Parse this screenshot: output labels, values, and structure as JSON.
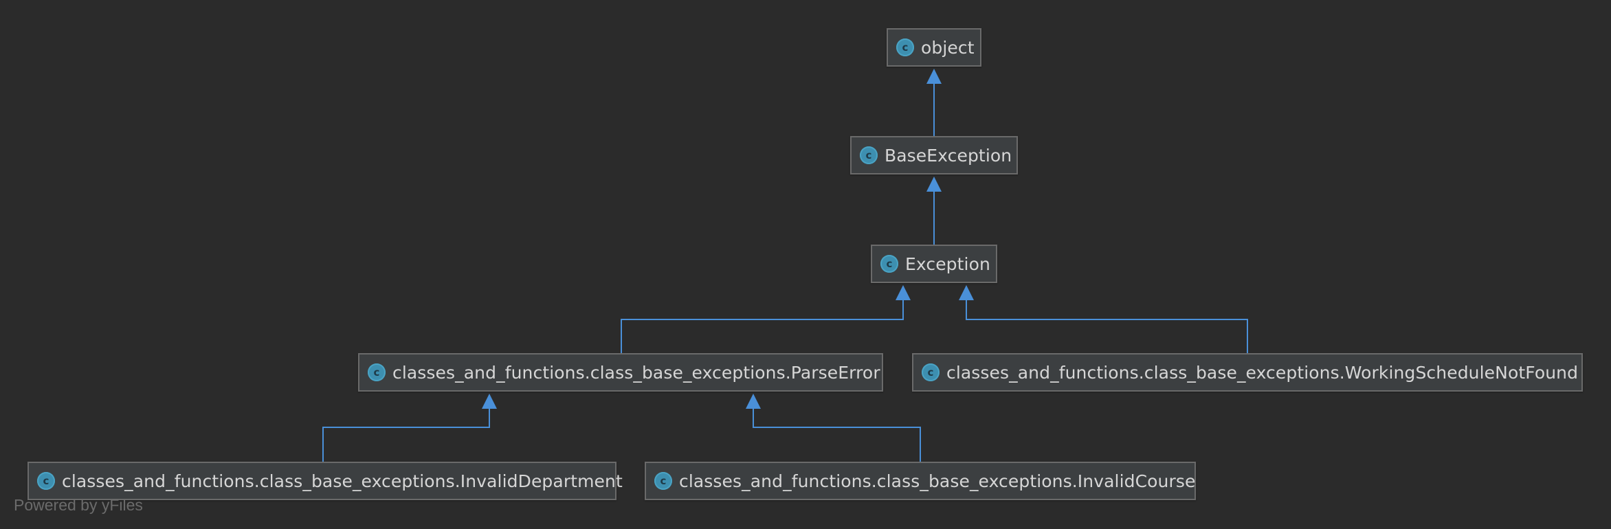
{
  "diagram": {
    "nodes": [
      {
        "id": "object",
        "label": "object",
        "icon": "class-icon",
        "icon_letter": "c"
      },
      {
        "id": "base_exception",
        "label": "BaseException",
        "icon": "class-icon",
        "icon_letter": "c"
      },
      {
        "id": "exception",
        "label": "Exception",
        "icon": "class-icon",
        "icon_letter": "c"
      },
      {
        "id": "parse_error",
        "label": "classes_and_functions.class_base_exceptions.ParseError",
        "icon": "class-icon",
        "icon_letter": "c"
      },
      {
        "id": "working_schedule_not_found",
        "label": "classes_and_functions.class_base_exceptions.WorkingScheduleNotFound",
        "icon": "class-icon",
        "icon_letter": "c"
      },
      {
        "id": "invalid_department",
        "label": "classes_and_functions.class_base_exceptions.InvalidDepartment",
        "icon": "class-icon",
        "icon_letter": "c"
      },
      {
        "id": "invalid_course",
        "label": "classes_and_functions.class_base_exceptions.InvalidCourse",
        "icon": "class-icon",
        "icon_letter": "c"
      }
    ],
    "edges": [
      {
        "from": "base_exception",
        "to": "object",
        "type": "inheritance"
      },
      {
        "from": "exception",
        "to": "base_exception",
        "type": "inheritance"
      },
      {
        "from": "parse_error",
        "to": "exception",
        "type": "inheritance"
      },
      {
        "from": "working_schedule_not_found",
        "to": "exception",
        "type": "inheritance"
      },
      {
        "from": "invalid_department",
        "to": "parse_error",
        "type": "inheritance"
      },
      {
        "from": "invalid_course",
        "to": "parse_error",
        "type": "inheritance"
      }
    ]
  },
  "colors": {
    "background": "#2b2b2b",
    "edge": "#4a90d9",
    "node_fill": "#3c3f41",
    "node_border": "#6a6a6a",
    "icon_fill": "#3d8fb0"
  },
  "footer": {
    "powered_by": "Powered by yFiles"
  }
}
